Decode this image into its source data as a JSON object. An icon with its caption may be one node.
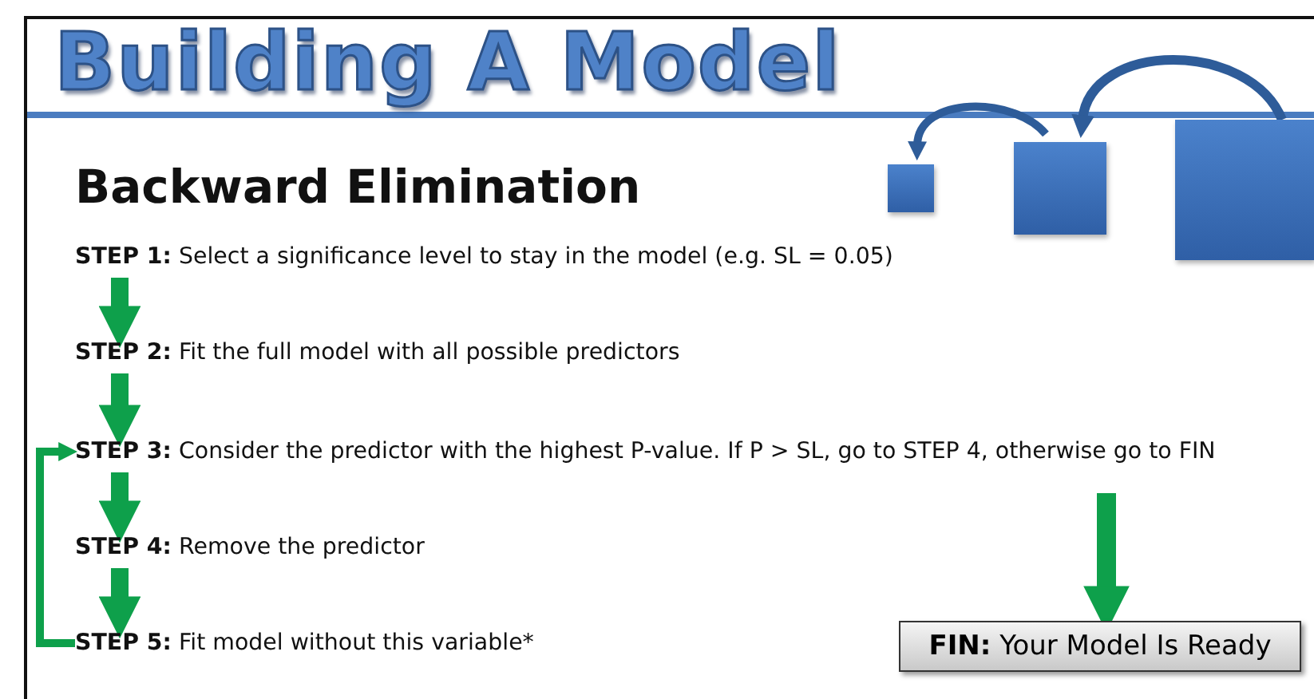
{
  "diagram": {
    "title": "Building A Model",
    "nodes": [
      {
        "text": [
          "**STEP 1:** Select a significance level to stay in the model (e.g. SL = 0.05)"
        ]
      },
      {
        "text": [
          "**STEP 2:** Fit the full model with all possible predictors"
        ]
      },
      {
        "text": [
          "**STEP 3:** Consider the predictor with the highest P-value. If P > SL, go to STEP 4, otherwise go to FIN"
        ]
      },
      {
        "text": [
          "**STEP 4:** Remove the predictor"
        ]
      },
      {
        "text": [
          "**STEP 5:** Fit model without this variable*"
        ]
      },
      {
        "text": [
          "**FIN:** Your Model Is Ready"
        ]
      },
      {
        "text": [],
        "shape": "box"
      },
      {
        "text": [],
        "shape": "box"
      },
      {
        "text": [],
        "shape": "box"
      }
    ],
    "edges": [
      {
        "from": 0,
        "to": 1,
        "arrow": "to"
      },
      {
        "from": 1,
        "to": 2,
        "arrow": "to"
      },
      {
        "from": 2,
        "to": 3,
        "arrow": "to"
      },
      {
        "from": 3,
        "to": 4,
        "arrow": "to"
      },
      {
        "from": 4,
        "to": 2,
        "arrow": "to"
      },
      {
        "from": 2,
        "to": 5,
        "arrow": "to"
      },
      {
        "from": 8,
        "to": 7,
        "arrow": "to",
        "color": "#2e5c99"
      },
      {
        "from": 7,
        "to": 6,
        "arrow": "to",
        "color": "#2e5c99"
      }
    ],
    "labels": [
      "Backward Elimination"
    ]
  }
}
